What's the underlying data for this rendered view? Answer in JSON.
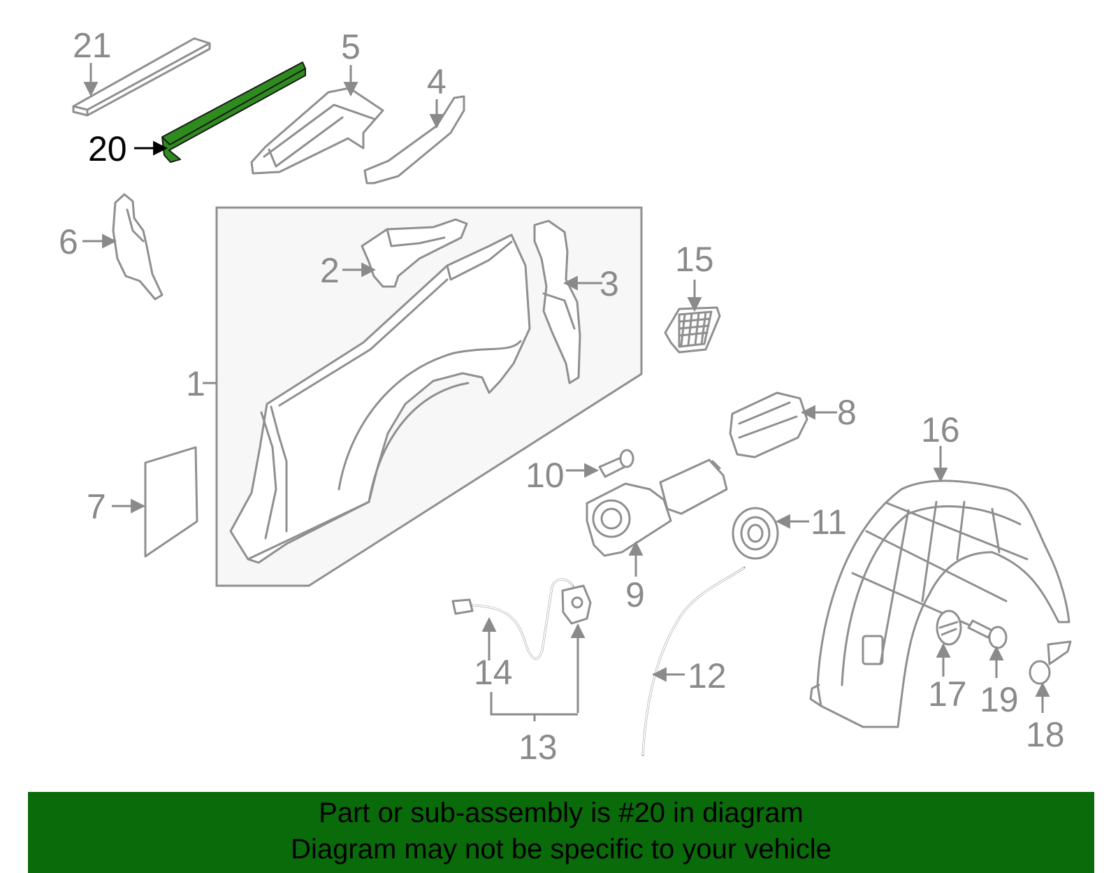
{
  "diagram": {
    "callouts": [
      {
        "id": "1",
        "label": "1"
      },
      {
        "id": "2",
        "label": "2"
      },
      {
        "id": "3",
        "label": "3"
      },
      {
        "id": "4",
        "label": "4"
      },
      {
        "id": "5",
        "label": "5"
      },
      {
        "id": "6",
        "label": "6"
      },
      {
        "id": "7",
        "label": "7"
      },
      {
        "id": "8",
        "label": "8"
      },
      {
        "id": "9",
        "label": "9"
      },
      {
        "id": "10",
        "label": "10"
      },
      {
        "id": "11",
        "label": "11"
      },
      {
        "id": "12",
        "label": "12"
      },
      {
        "id": "13",
        "label": "13"
      },
      {
        "id": "14",
        "label": "14"
      },
      {
        "id": "15",
        "label": "15"
      },
      {
        "id": "16",
        "label": "16"
      },
      {
        "id": "17",
        "label": "17"
      },
      {
        "id": "18",
        "label": "18"
      },
      {
        "id": "19",
        "label": "19"
      },
      {
        "id": "20",
        "label": "20",
        "highlighted": true
      },
      {
        "id": "21",
        "label": "21"
      }
    ],
    "colors": {
      "highlight_part": "#2e8b1e",
      "banner_background": "#0a6b0a",
      "part_stroke": "#8f8f8f",
      "label_gray": "#8a8a8a",
      "label_highlight": "#000000"
    }
  },
  "banner": {
    "line1": "Part or sub-assembly is #20 in diagram",
    "line2": "Diagram may not be specific to your vehicle"
  }
}
